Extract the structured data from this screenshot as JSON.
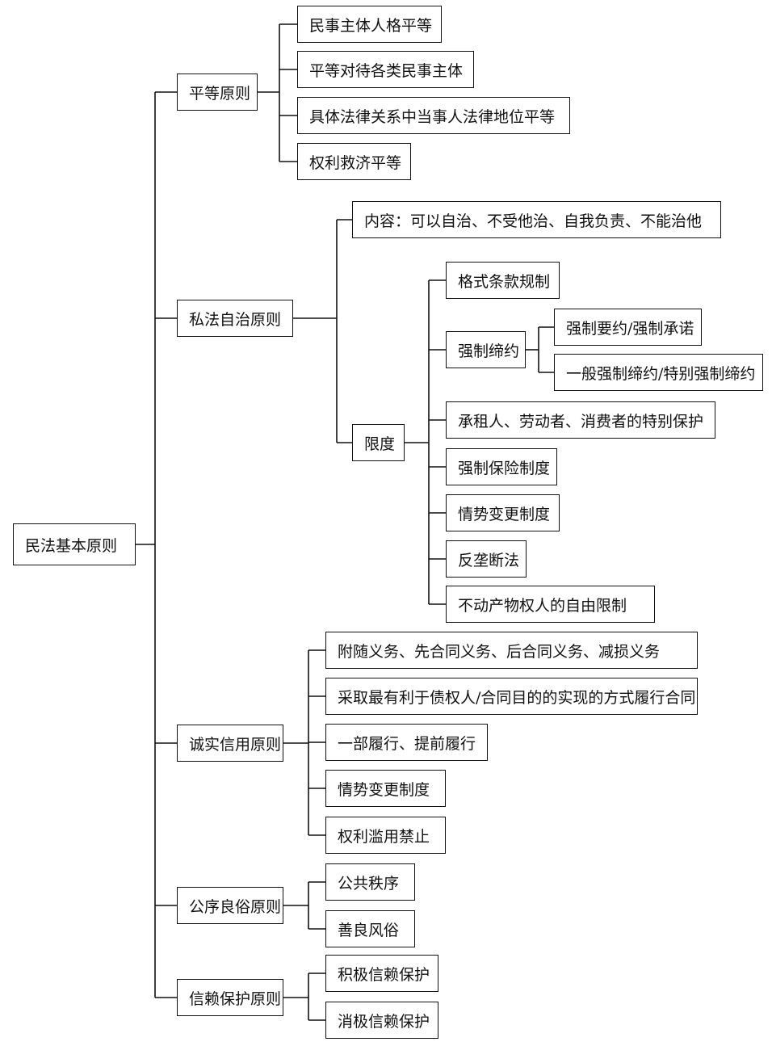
{
  "root": "民法基本原则",
  "principles": [
    {
      "label": "平等原则",
      "children": [
        "民事主体人格平等",
        "平等对待各类民事主体",
        "具体法律关系中当事人法律地位平等",
        "权利救济平等"
      ]
    },
    {
      "label": "私法自治原则",
      "content": "内容：可以自治、不受他治、自我负责、不能治他",
      "limit": {
        "label": "限度",
        "items": [
          {
            "label": "格式条款规制"
          },
          {
            "label": "强制缔约",
            "children": [
              "强制要约/强制承诺",
              "一般强制缔约/特别强制缔约"
            ]
          },
          {
            "label": "承租人、劳动者、消费者的特别保护"
          },
          {
            "label": "强制保险制度"
          },
          {
            "label": "情势变更制度"
          },
          {
            "label": "反垄断法"
          },
          {
            "label": "不动产物权人的自由限制"
          }
        ]
      }
    },
    {
      "label": "诚实信用原则",
      "children": [
        "附随义务、先合同义务、后合同义务、减损义务",
        "采取最有利于债权人/合同目的的实现的方式履行合同",
        "一部履行、提前履行",
        "情势变更制度",
        "权利滥用禁止"
      ]
    },
    {
      "label": "公序良俗原则",
      "children": [
        "公共秩序",
        "善良风俗"
      ]
    },
    {
      "label": "信赖保护原则",
      "children": [
        "积极信赖保护",
        "消极信赖保护"
      ]
    }
  ]
}
